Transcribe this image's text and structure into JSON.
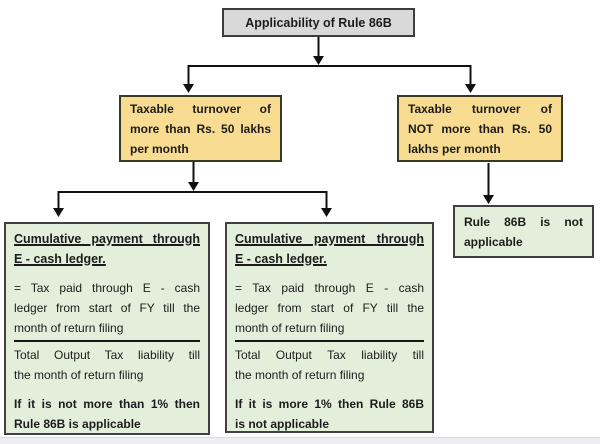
{
  "colors": {
    "title-fill": "#d9d9d9",
    "title-border": "#3d3d3d",
    "branch-fill": "#f7dc91",
    "branch-border": "#3a3a22",
    "outcome-fill": "#e3efda",
    "outcome-border": "#404040",
    "connector": "#111111",
    "footer-strip": "#ededf3"
  },
  "root": {
    "label": "Applicability of Rule 86B"
  },
  "branches": {
    "left": {
      "lines": [
        "Taxable turnover of",
        "more than Rs. 50 lakhs",
        "per month"
      ]
    },
    "right": {
      "lines": [
        "Taxable turnover of",
        "NOT more than Rs. 50",
        "lakhs per month"
      ]
    }
  },
  "outcomes": {
    "left": {
      "heading_lines": [
        "Cumulative payment through",
        "E - cash ledger."
      ],
      "numerator_lines": [
        "= Tax paid through E - cash",
        "ledger from start of FY till the",
        "month of return filing"
      ],
      "denominator_lines": [
        "Total Output Tax liability till",
        "the month of return filing"
      ],
      "conclusion_lines": [
        "If it is not more than 1% then",
        "Rule 86B is applicable"
      ]
    },
    "middle": {
      "heading_lines": [
        "Cumulative payment through",
        "E - cash ledger."
      ],
      "numerator_lines": [
        "= Tax paid through E - cash",
        "ledger from start of FY till the",
        "month of return filing"
      ],
      "denominator_lines": [
        "Total Output Tax liability till",
        "the month of return filing"
      ],
      "conclusion_lines": [
        "If it is more 1% then Rule 86B",
        "is not applicable"
      ]
    },
    "right": {
      "lines": [
        "Rule 86B is not",
        "applicable"
      ]
    }
  }
}
